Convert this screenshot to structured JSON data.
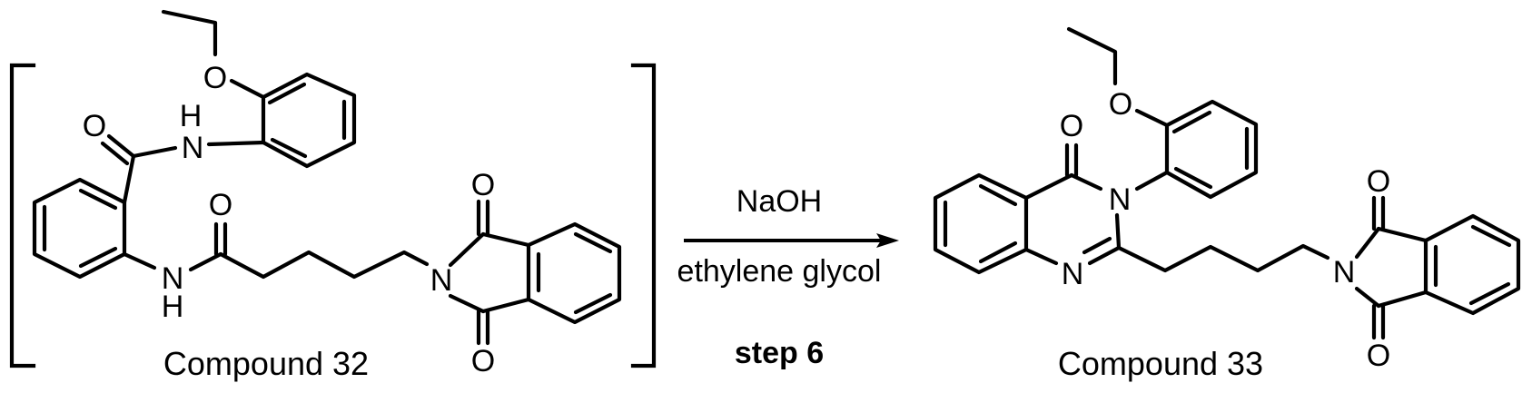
{
  "scheme": {
    "type": "chemical-reaction",
    "reactant": {
      "label": "Compound 32",
      "bracketed": true,
      "atoms": {
        "ether_o": "O",
        "amide1_o": "O",
        "amide1_n": "N",
        "amide1_h": "H",
        "amide2_o": "O",
        "amide2_n": "N",
        "amide2_h": "H",
        "imide_n": "N",
        "imide_o_top": "O",
        "imide_o_bottom": "O"
      }
    },
    "arrow": {
      "reagent_above": "NaOH",
      "reagent_below": "ethylene glycol",
      "step": "step 6"
    },
    "product": {
      "label": "Compound 33",
      "atoms": {
        "ether_o": "O",
        "carbonyl_o": "O",
        "n3": "N",
        "n1": "N",
        "imide_n": "N",
        "imide_o_top": "O",
        "imide_o_bottom": "O"
      }
    }
  }
}
